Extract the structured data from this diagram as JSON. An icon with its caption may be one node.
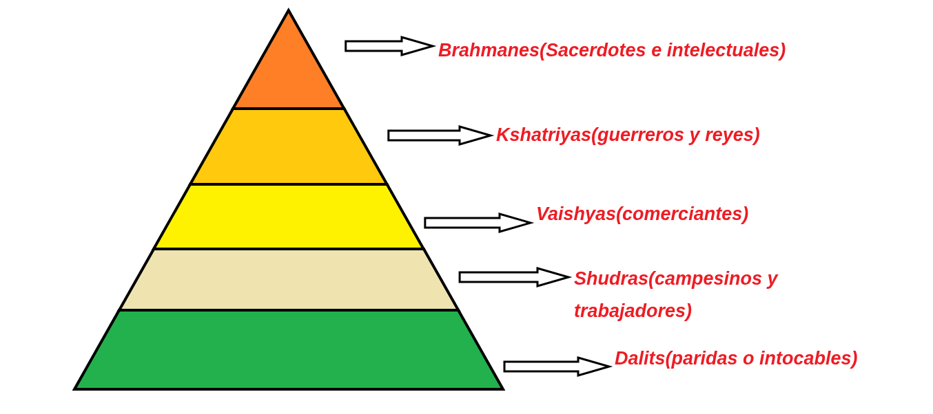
{
  "diagram": {
    "nodes": [
      {
        "text": [],
        "shape": "triangle"
      },
      {
        "text": [],
        "shape": "band"
      },
      {
        "text": [],
        "shape": "band"
      },
      {
        "text": [],
        "shape": "band"
      },
      {
        "text": [],
        "shape": "band"
      },
      {
        "text": [
          "Brahmanes(Sacerdotes e intelectuales)"
        ]
      },
      {
        "text": [
          "Kshatriyas(guerreros y reyes)"
        ]
      },
      {
        "text": [
          "Vaishyas(comerciantes)"
        ]
      },
      {
        "text": [
          "Shudras(campesinos y trabajadores)"
        ]
      },
      {
        "text": [
          "Dalits(paridas o intocables)"
        ]
      }
    ],
    "edges": [
      {
        "from": 0,
        "to": 5,
        "arrow": "to"
      },
      {
        "from": 1,
        "to": 6,
        "arrow": "to"
      },
      {
        "from": 2,
        "to": 7,
        "arrow": "to"
      },
      {
        "from": 3,
        "to": 8,
        "arrow": "to"
      },
      {
        "from": 4,
        "to": 9,
        "arrow": "to"
      }
    ]
  }
}
